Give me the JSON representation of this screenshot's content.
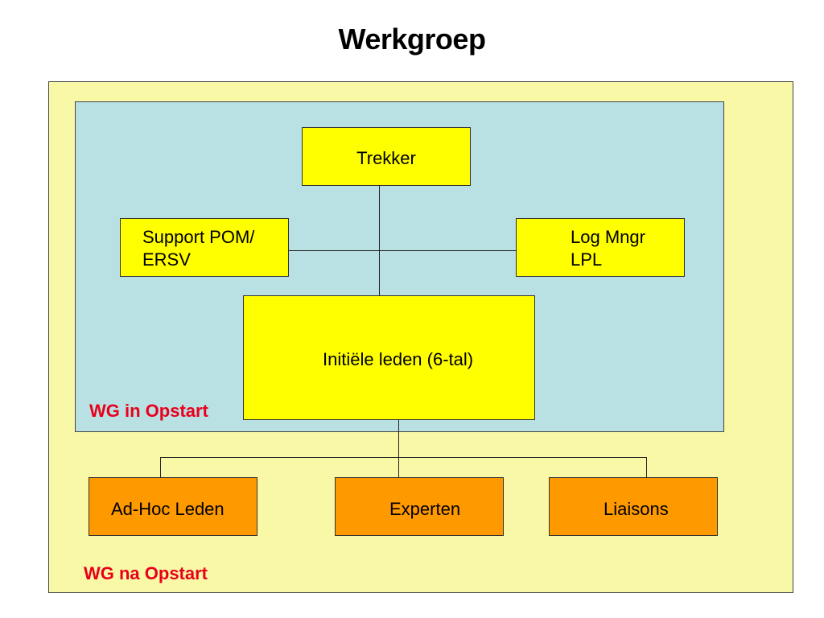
{
  "title": "Werkgroep",
  "nodes": {
    "trekker": "Trekker",
    "support_line1": "Support POM/",
    "support_line2": "ERSV",
    "logmngr_line1": "Log Mngr",
    "logmngr_line2": "LPL",
    "initiele": "Initiële leden (6-tal)",
    "adhoc": "Ad-Hoc Leden",
    "experten": "Experten",
    "liaisons": "Liaisons"
  },
  "labels": {
    "opstart": "WG in Opstart",
    "na_opstart": "WG na Opstart"
  },
  "colors": {
    "outer": "#f8f8a6",
    "inner": "#b9e0e3",
    "yellow": "#ffff00",
    "orange": "#ff9900",
    "label": "#e8001c"
  }
}
